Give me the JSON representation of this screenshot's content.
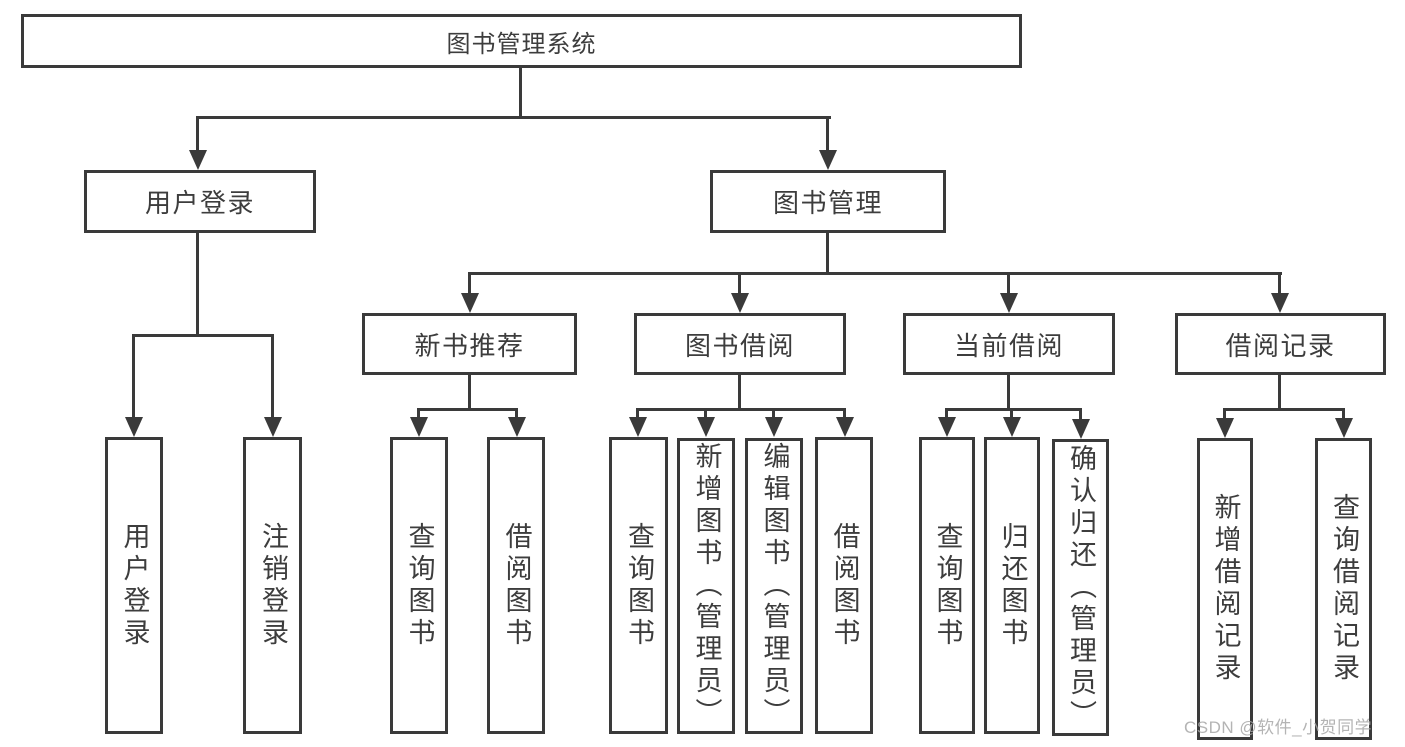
{
  "diagram": {
    "tree": {
      "label": "图书管理系统",
      "children": [
        {
          "label": "用户登录",
          "children": [
            {
              "label": "用户登录"
            },
            {
              "label": "注销登录"
            }
          ]
        },
        {
          "label": "图书管理",
          "children": [
            {
              "label": "新书推荐",
              "children": [
                {
                  "label": "查询图书"
                },
                {
                  "label": "借阅图书"
                }
              ]
            },
            {
              "label": "图书借阅",
              "children": [
                {
                  "label": "查询图书"
                },
                {
                  "label": "新增图书（管理员）"
                },
                {
                  "label": "编辑图书（管理员）"
                },
                {
                  "label": "借阅图书"
                }
              ]
            },
            {
              "label": "当前借阅",
              "children": [
                {
                  "label": "查询图书"
                },
                {
                  "label": "归还图书"
                },
                {
                  "label": "确认归还（管理员）"
                }
              ]
            },
            {
              "label": "借阅记录",
              "children": [
                {
                  "label": "新增借阅记录"
                },
                {
                  "label": "查询借阅记录"
                }
              ]
            }
          ]
        }
      ]
    },
    "watermark": {
      "text": "CSDN @软件_小贺同学",
      "color": "#a7a7a7"
    },
    "colors": {
      "line": "#3a3a3a",
      "text": "#3d3d3d",
      "background": "#ffffff"
    }
  }
}
